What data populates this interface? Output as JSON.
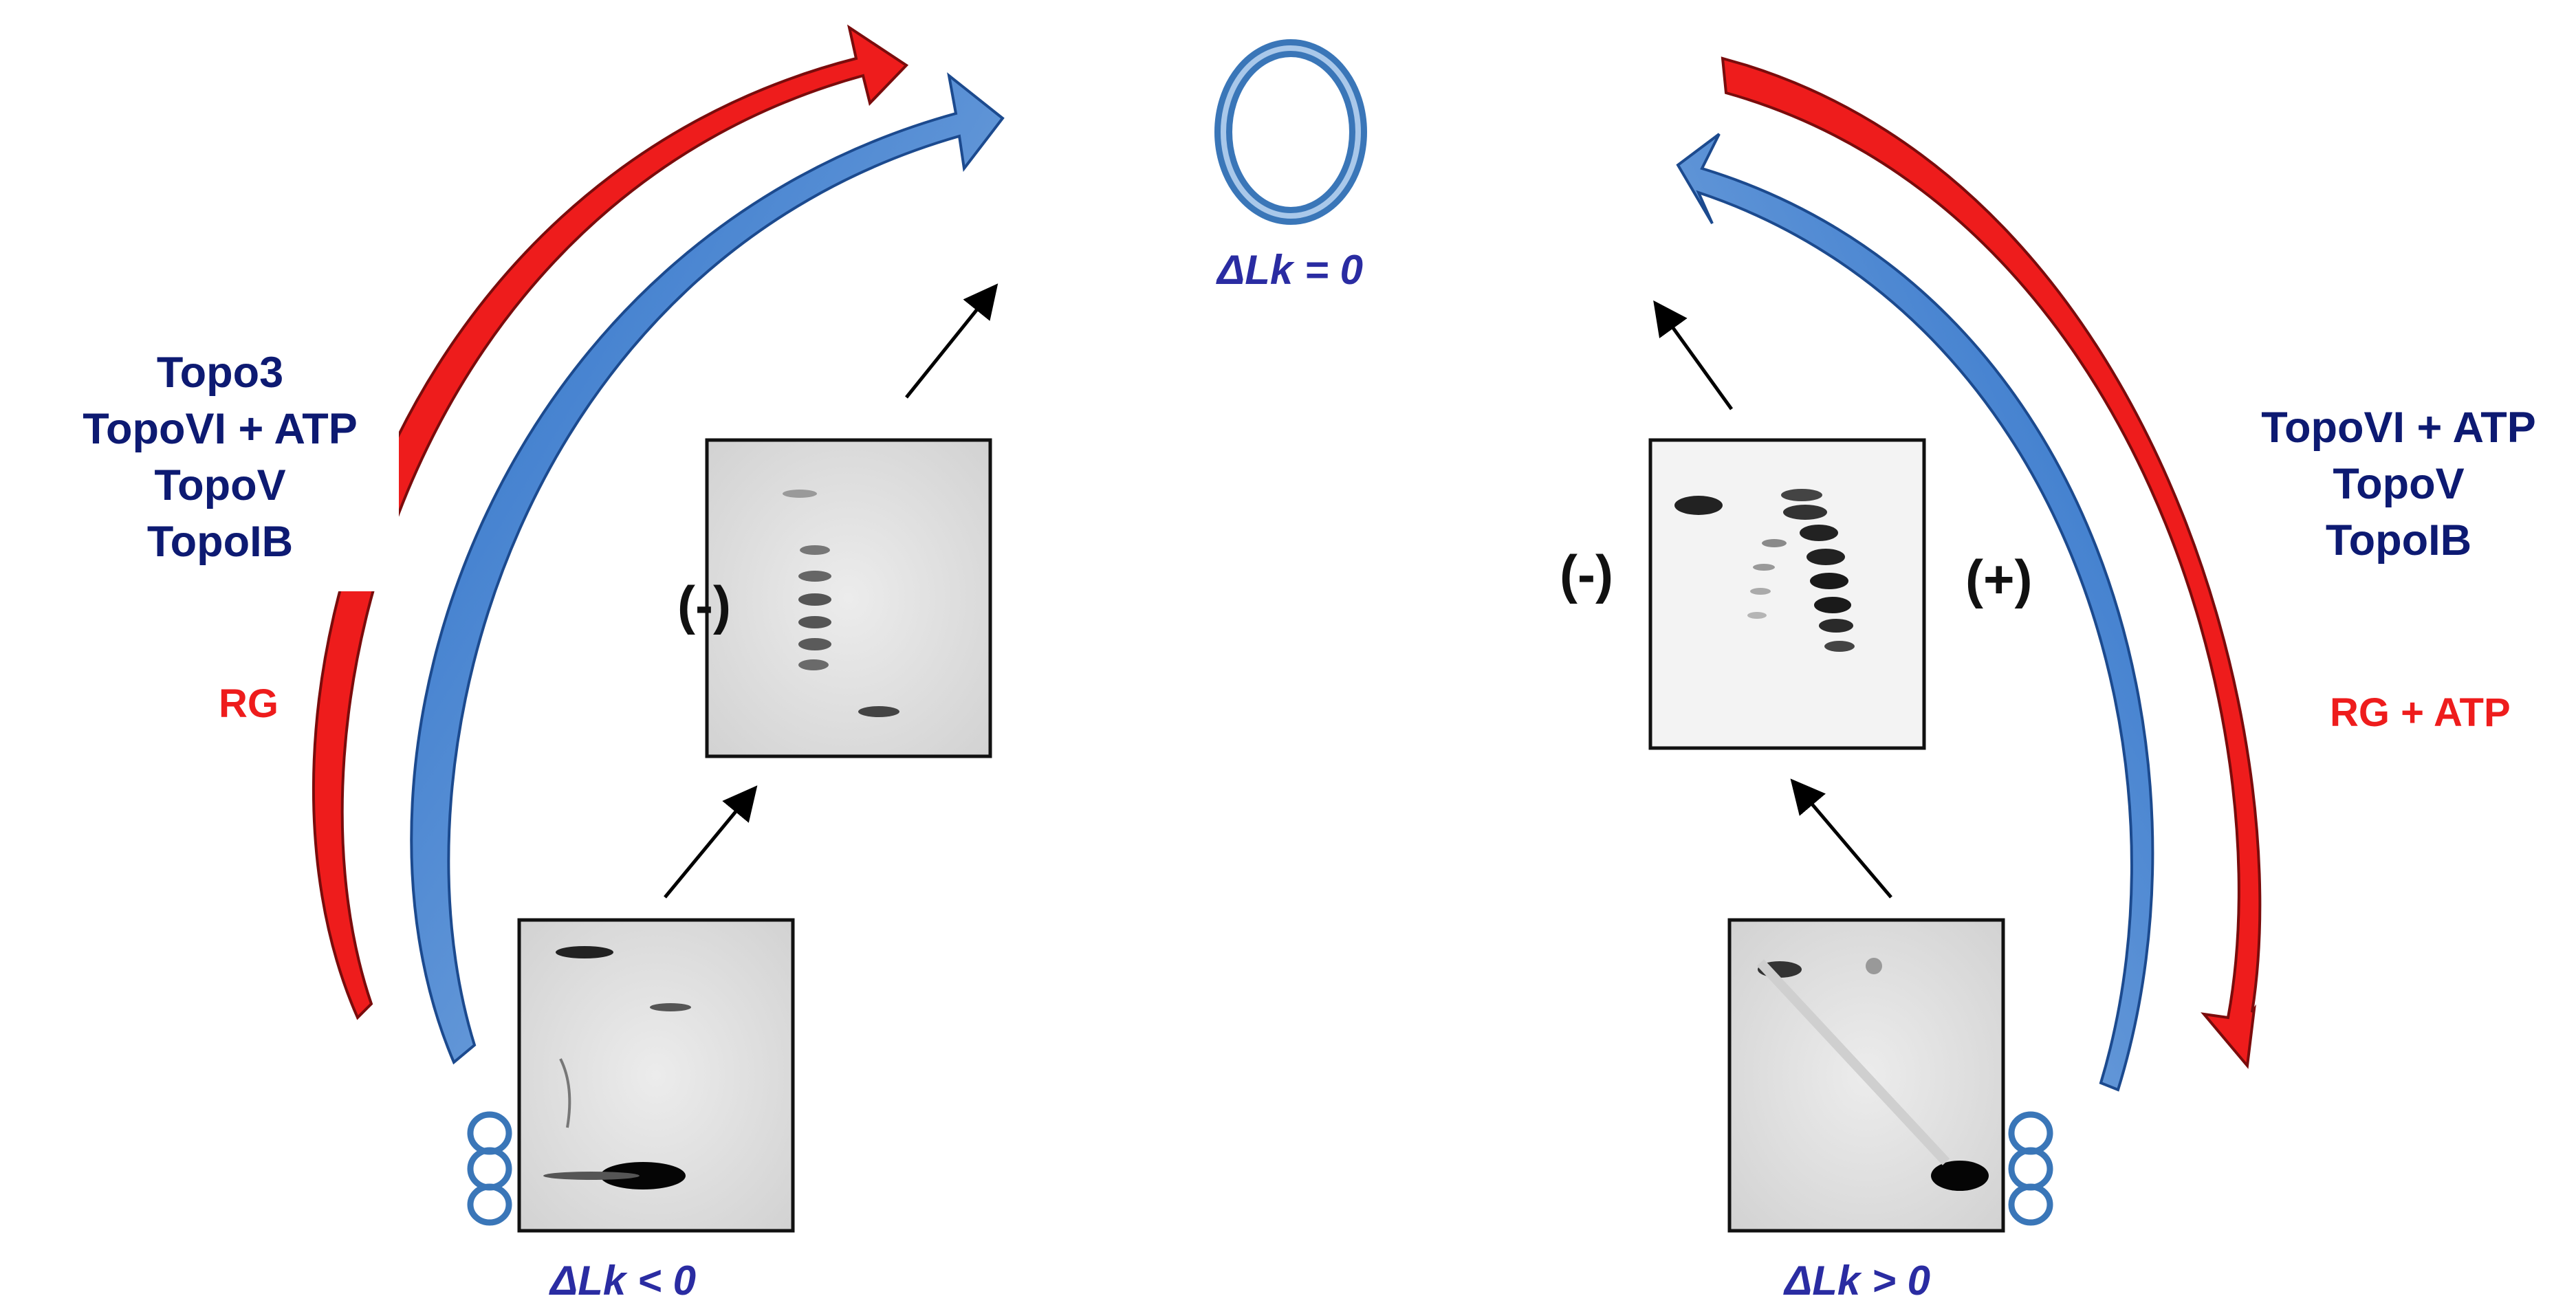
{
  "center": {
    "label": "ΔLk = 0"
  },
  "left": {
    "enzymes": [
      "Topo3",
      "TopoVI + ATP",
      "TopoV",
      "TopoIB"
    ],
    "reverse_gyrase": "RG",
    "start_label": "ΔLk < 0",
    "gel_sign": "(-)"
  },
  "right": {
    "enzymes": [
      "TopoVI + ATP",
      "TopoV",
      "TopoIB"
    ],
    "reverse_gyrase": "RG + ATP",
    "start_label": "ΔLk > 0",
    "gel_sign_left": "(-)",
    "gel_sign_right": "(+)"
  },
  "colors": {
    "red_arrow": "#ee1c1c",
    "blue_arrow": "#3f7fcc",
    "enzyme_text": "#0d1a72",
    "rg_text": "#ee1c1c",
    "lk_text": "#2a2ca2"
  }
}
